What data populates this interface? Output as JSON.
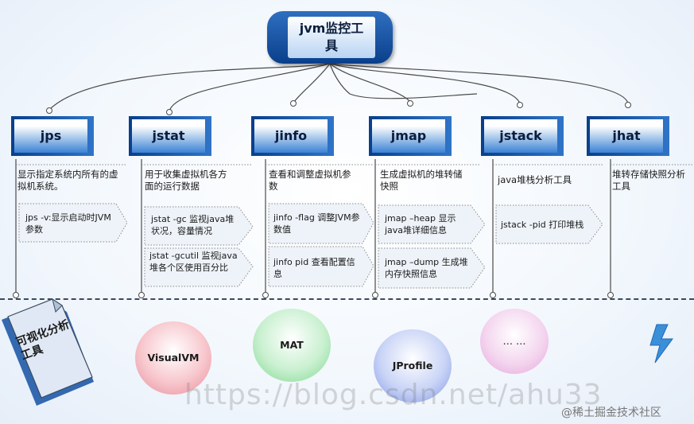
{
  "root": {
    "label_line1": "jvm监控工",
    "label_line2": "具"
  },
  "tools": [
    {
      "name": "jps",
      "description": "显示指定系统内所有的虚拟机系统。",
      "commands": [
        "jps -v:显示启动时JVM参数"
      ]
    },
    {
      "name": "jstat",
      "description": "用于收集虚拟机各方面的运行数据",
      "commands": [
        "jstat -gc 监视java堆状况，容量情况",
        "jstat -gcutil 监视java堆各个区使用百分比"
      ]
    },
    {
      "name": "jinfo",
      "description": "查看和调整虚拟机参数",
      "commands": [
        "jinfo  -flag 调整JVM参数值",
        "jinfo  pid 查看配置信息"
      ]
    },
    {
      "name": "jmap",
      "description": "生成虚拟机的堆转储快照",
      "commands": [
        "jmap –heap 显示java堆详细信息",
        "jmap –dump 生成堆内存快照信息"
      ]
    },
    {
      "name": "jstack",
      "description": "java堆栈分析工具",
      "commands": [
        "jstack -pid 打印堆栈"
      ]
    },
    {
      "name": "jhat",
      "description": "堆转存储快照分析工具",
      "commands": []
    }
  ],
  "visual_tools": {
    "label": "可视化分析工具",
    "items": [
      "VisualVM",
      "MAT",
      "JProfile",
      "… …"
    ]
  },
  "watermark": "https://blog.csdn.net/ahu33",
  "source_label": "@稀土掘金技术社区",
  "colors": {
    "box_dark": "#0a3f8a",
    "box_light": "#3b82d4",
    "accent_bolt": "#3a8fd8"
  }
}
